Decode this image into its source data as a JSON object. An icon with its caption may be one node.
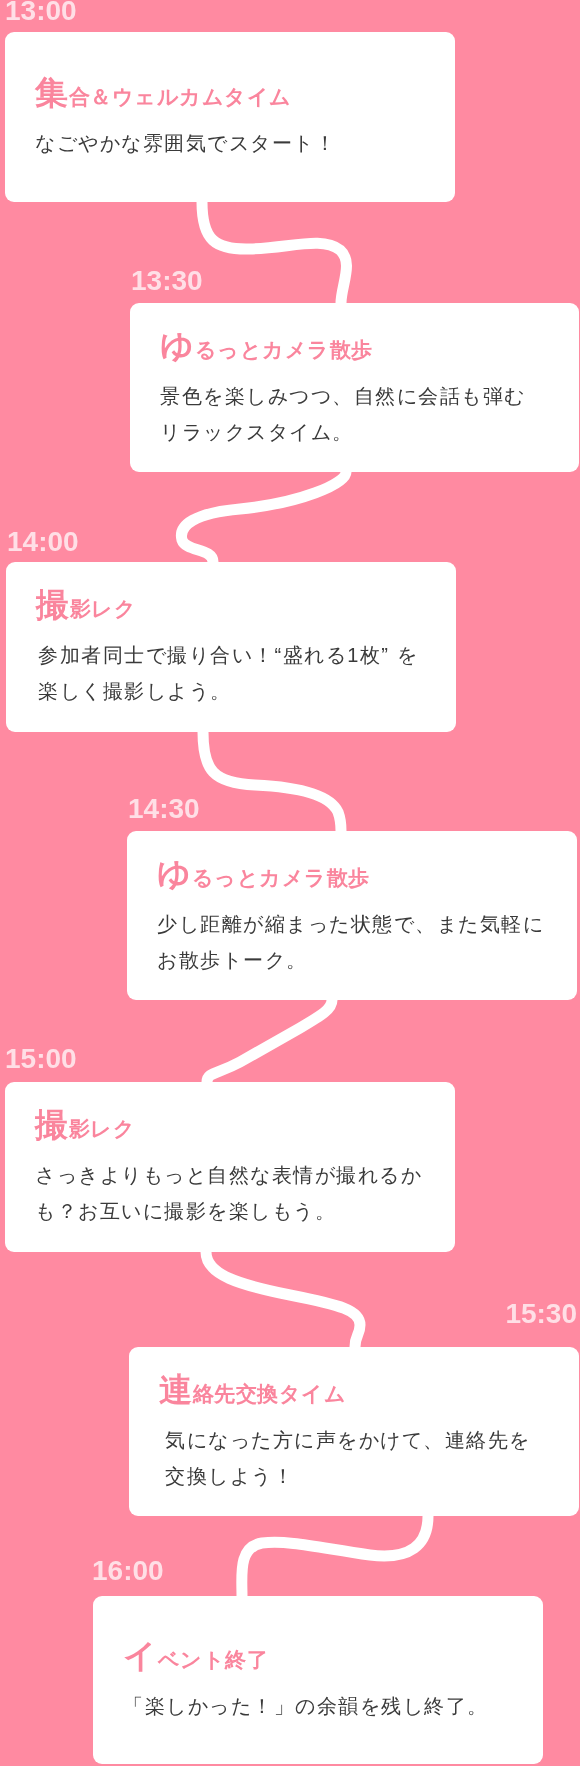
{
  "diagram": {
    "nodes": [
      {
        "text": [
          "集合＆ウェルカムタイム",
          "なごやかな雰囲気でスタート！"
        ],
        "beside": [
          "13:00"
        ]
      },
      {
        "text": [
          "ゆるっとカメラ散歩",
          "景色を楽しみつつ、自然に会話も弾むリラックスタイム。"
        ],
        "beside": [
          "13:30"
        ]
      },
      {
        "text": [
          "撮影レク",
          "参加者同士で撮り合い！“盛れる1枚” を楽しく撮影しよう。"
        ],
        "beside": [
          "14:00"
        ]
      },
      {
        "text": [
          "ゆるっとカメラ散歩",
          "少し距離が縮まった状態で、また気軽にお散歩トーク。"
        ],
        "beside": [
          "14:30"
        ]
      },
      {
        "text": [
          "撮影レク",
          "さっきよりもっと自然な表情が撮れるかも？お互いに撮影を楽しもう。"
        ],
        "beside": [
          "15:00"
        ]
      },
      {
        "text": [
          "連絡先交換タイム",
          "気になった方に声をかけて、連絡先を交換しよう！"
        ],
        "beside": [
          "15:30"
        ]
      },
      {
        "text": [
          "イベント終了",
          "「楽しかった！」の余韻を残し終了。"
        ],
        "beside": [
          "16:00"
        ]
      }
    ],
    "edges": [
      {
        "from": 0,
        "to": 1,
        "arrow": "none"
      },
      {
        "from": 1,
        "to": 2,
        "arrow": "none"
      },
      {
        "from": 2,
        "to": 3,
        "arrow": "none"
      },
      {
        "from": 3,
        "to": 4,
        "arrow": "none"
      },
      {
        "from": 4,
        "to": 5,
        "arrow": "none"
      },
      {
        "from": 5,
        "to": 6,
        "arrow": "none"
      }
    ]
  }
}
